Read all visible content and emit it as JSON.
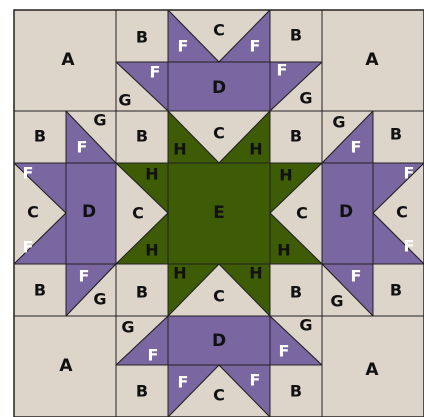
{
  "colors": {
    "background": "#ddd4ca",
    "purple": "#7a66a1",
    "green": "#3e5b06",
    "line": "#222222",
    "label_dark": "#111111",
    "label_light": "#ffffff"
  },
  "legend_letters": [
    "A",
    "B",
    "C",
    "D",
    "E",
    "F",
    "G",
    "H"
  ],
  "pieces": [
    {
      "letter": "A",
      "color": "bg"
    },
    {
      "letter": "A",
      "color": "bg"
    },
    {
      "letter": "A",
      "color": "bg"
    },
    {
      "letter": "A",
      "color": "bg"
    },
    {
      "letter": "B",
      "color": "bg"
    },
    {
      "letter": "B",
      "color": "bg"
    },
    {
      "letter": "B",
      "color": "bg"
    },
    {
      "letter": "B",
      "color": "bg"
    },
    {
      "letter": "B",
      "color": "bg"
    },
    {
      "letter": "B",
      "color": "bg"
    },
    {
      "letter": "B",
      "color": "bg"
    },
    {
      "letter": "B",
      "color": "bg"
    },
    {
      "letter": "B",
      "color": "bg"
    },
    {
      "letter": "B",
      "color": "bg"
    },
    {
      "letter": "B",
      "color": "bg"
    },
    {
      "letter": "B",
      "color": "bg"
    },
    {
      "letter": "C",
      "color": "bg"
    },
    {
      "letter": "C",
      "color": "bg"
    },
    {
      "letter": "C",
      "color": "bg"
    },
    {
      "letter": "C",
      "color": "bg"
    },
    {
      "letter": "C",
      "color": "bg"
    },
    {
      "letter": "C",
      "color": "bg"
    },
    {
      "letter": "C",
      "color": "bg"
    },
    {
      "letter": "C",
      "color": "bg"
    },
    {
      "letter": "D",
      "color": "purple"
    },
    {
      "letter": "D",
      "color": "purple"
    },
    {
      "letter": "D",
      "color": "purple"
    },
    {
      "letter": "D",
      "color": "purple"
    },
    {
      "letter": "E",
      "color": "green"
    },
    {
      "letter": "F",
      "color": "purple"
    },
    {
      "letter": "F",
      "color": "purple"
    },
    {
      "letter": "F",
      "color": "purple"
    },
    {
      "letter": "F",
      "color": "purple"
    },
    {
      "letter": "F",
      "color": "purple"
    },
    {
      "letter": "F",
      "color": "purple"
    },
    {
      "letter": "F",
      "color": "purple"
    },
    {
      "letter": "F",
      "color": "purple"
    },
    {
      "letter": "F",
      "color": "purple"
    },
    {
      "letter": "F",
      "color": "purple"
    },
    {
      "letter": "F",
      "color": "purple"
    },
    {
      "letter": "F",
      "color": "purple"
    },
    {
      "letter": "F",
      "color": "purple"
    },
    {
      "letter": "F",
      "color": "purple"
    },
    {
      "letter": "F",
      "color": "purple"
    },
    {
      "letter": "F",
      "color": "purple"
    },
    {
      "letter": "G",
      "color": "bg"
    },
    {
      "letter": "G",
      "color": "bg"
    },
    {
      "letter": "G",
      "color": "bg"
    },
    {
      "letter": "G",
      "color": "bg"
    },
    {
      "letter": "G",
      "color": "bg"
    },
    {
      "letter": "G",
      "color": "bg"
    },
    {
      "letter": "G",
      "color": "bg"
    },
    {
      "letter": "G",
      "color": "bg"
    },
    {
      "letter": "H",
      "color": "green"
    },
    {
      "letter": "H",
      "color": "green"
    },
    {
      "letter": "H",
      "color": "green"
    },
    {
      "letter": "H",
      "color": "green"
    },
    {
      "letter": "H",
      "color": "green"
    },
    {
      "letter": "H",
      "color": "green"
    },
    {
      "letter": "H",
      "color": "green"
    },
    {
      "letter": "H",
      "color": "green"
    }
  ]
}
